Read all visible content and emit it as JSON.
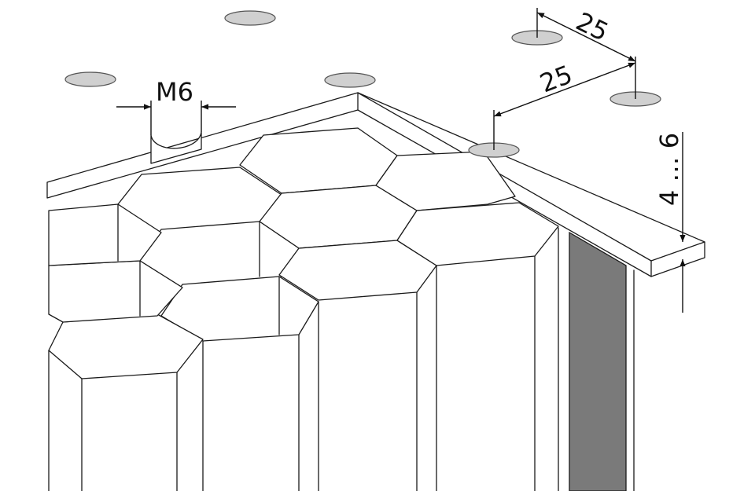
{
  "labels": {
    "thread": "M6",
    "spacing_a": "25",
    "spacing_b": "25",
    "thickness": "4 … 6"
  },
  "colors": {
    "line": "#1a1a1a",
    "hole_fill": "#d0d0d0",
    "edge_band": "#7a7a7a",
    "background": "#ffffff"
  }
}
